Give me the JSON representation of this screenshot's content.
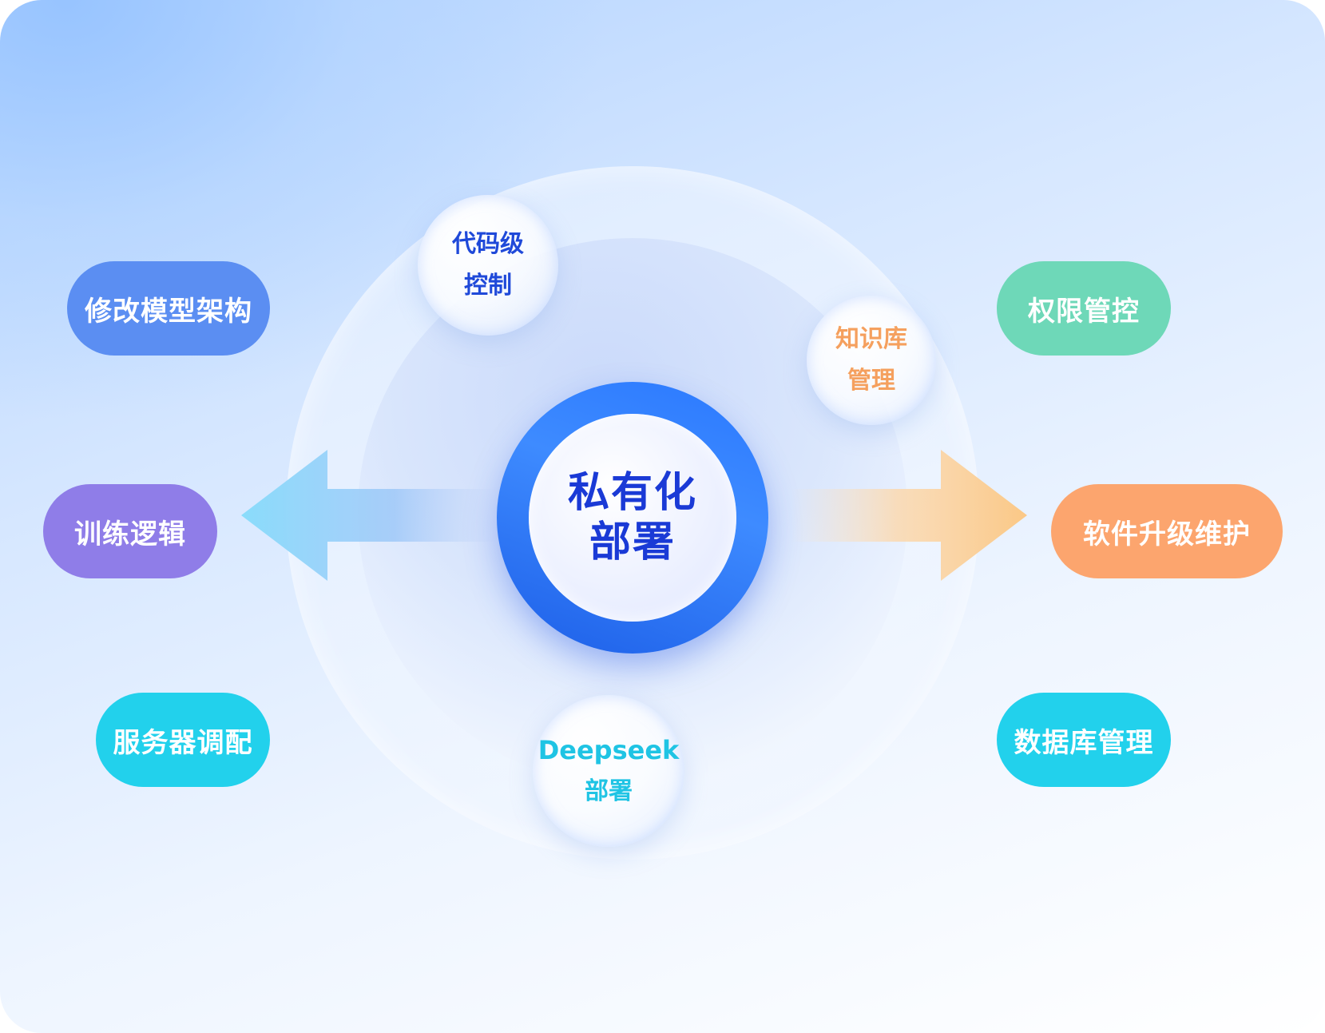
{
  "center": {
    "line1": "私有化",
    "line2": "部署"
  },
  "bubbles": {
    "code_control": {
      "line1": "代码级",
      "line2": "控制"
    },
    "knowledge_base": {
      "line1": "知识库",
      "line2": "管理"
    },
    "deepseek": {
      "line1": "Deepseek",
      "line2": "部署"
    }
  },
  "left_items": {
    "modify_model": "修改模型架构",
    "training_logic": "训练逻辑",
    "server_config": "服务器调配"
  },
  "right_items": {
    "permission": "权限管控",
    "software_upgrade": "软件升级维护",
    "database": "数据库管理"
  },
  "colors": {
    "hub_blue": "#2a78ff",
    "center_text": "#1a3ad6",
    "pill_blue": "#5b8ef2",
    "pill_purple": "#8f7de8",
    "pill_cyan": "#22d1ec",
    "pill_green": "#6ed8b8",
    "pill_orange": "#fca56e",
    "arrow_left": "#7fd0f5",
    "arrow_right": "#fbc886"
  }
}
